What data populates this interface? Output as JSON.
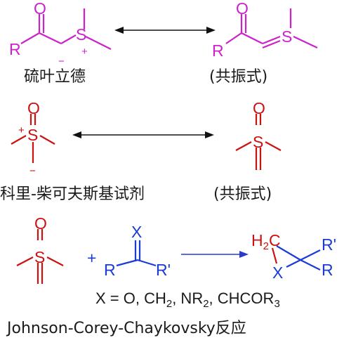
{
  "colors": {
    "ylide": "#cc22cc",
    "sulfoxonium": "#cc1111",
    "reagent": "#1a3bd6",
    "arrow": "#2a3ad0",
    "text": "#1a1a1a"
  },
  "row1": {
    "left": {
      "O": "O",
      "R": "R",
      "S": "S",
      "plus": "+",
      "minus": "−"
    },
    "right": {
      "O": "O",
      "R": "R",
      "S": "S"
    },
    "caption_left": "硫叶立德",
    "caption_right": "(共振式)"
  },
  "row2": {
    "left": {
      "O": "O",
      "S": "S",
      "plus": "+",
      "minus": "−"
    },
    "right": {
      "O": "O",
      "S": "S"
    },
    "caption_left": "科里-柴可夫斯基试剂",
    "caption_right": "(共振式)"
  },
  "row3": {
    "sulfoxonium": {
      "O": "O",
      "S": "S"
    },
    "plus": "+",
    "carbonyl": {
      "X": "X",
      "R": "R",
      "Rp": "R'"
    },
    "product": {
      "H": "H",
      "H_sub": "2",
      "C": "C",
      "X": "X",
      "R1": "R'",
      "R2": "R"
    },
    "x_list": {
      "prefix": "X = O, CH",
      "s1": "2",
      "mid": ", NR",
      "s2": "2",
      "suffix": ", CHCOR",
      "s3": "3"
    },
    "reaction_name": "Johnson-Corey-Chaykovsky反应"
  }
}
